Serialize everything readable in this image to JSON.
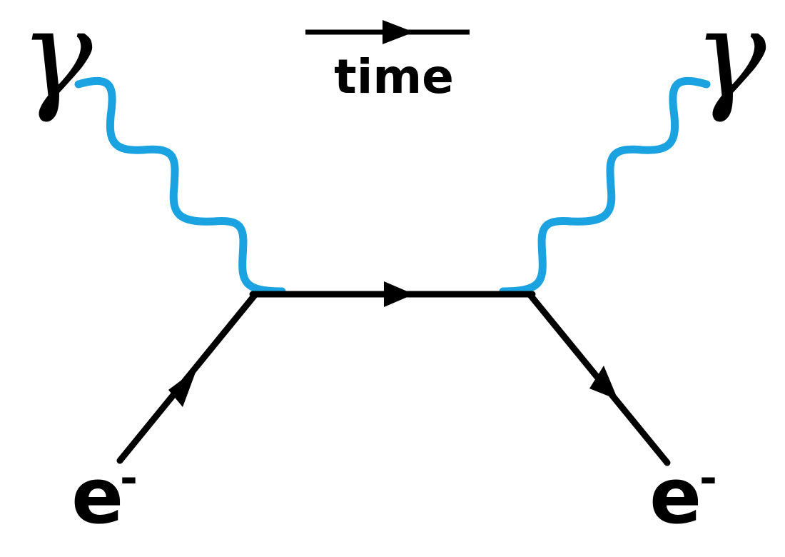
{
  "diagram": {
    "time_label": "time",
    "photon_in_label": "γ",
    "photon_out_label": "γ",
    "electron_in_label": "e",
    "electron_in_charge": "-",
    "electron_out_label": "e",
    "electron_out_charge": "-"
  },
  "colors": {
    "photon": "#1aa3e0",
    "fermion": "#000000"
  }
}
